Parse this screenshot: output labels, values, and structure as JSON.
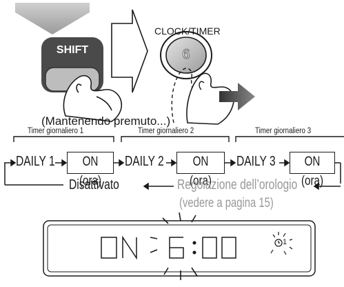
{
  "top": {
    "shift_label": "SHIFT",
    "clock_timer_label": "CLOCK/TIMER",
    "button_number": "6",
    "holding_note": "(Mantenendo premuto...)"
  },
  "timers": {
    "timer1_label": "Timer giornaliero 1",
    "timer2_label": "Timer giornaliero 2",
    "timer3_label": "Timer giornaliero 3"
  },
  "sequence": {
    "daily1": "DAILY 1",
    "daily2": "DAILY 2",
    "daily3": "DAILY 3",
    "on_ora": "ON (ora)",
    "disattivato": "Disattivato",
    "regolazione": "Regolazione dell’orologio",
    "vedere": "(vedere a pagina 15)"
  },
  "display": {
    "mode_text": "ON",
    "time_text": "6:00",
    "indicator_digit": "1"
  },
  "colors": {
    "gray_arrow": "#b3b3b3",
    "dark_arrow": "#555555",
    "button_dark": "#4a4a4a",
    "button_light": "#bdbdbd",
    "gray_text": "#999999"
  }
}
